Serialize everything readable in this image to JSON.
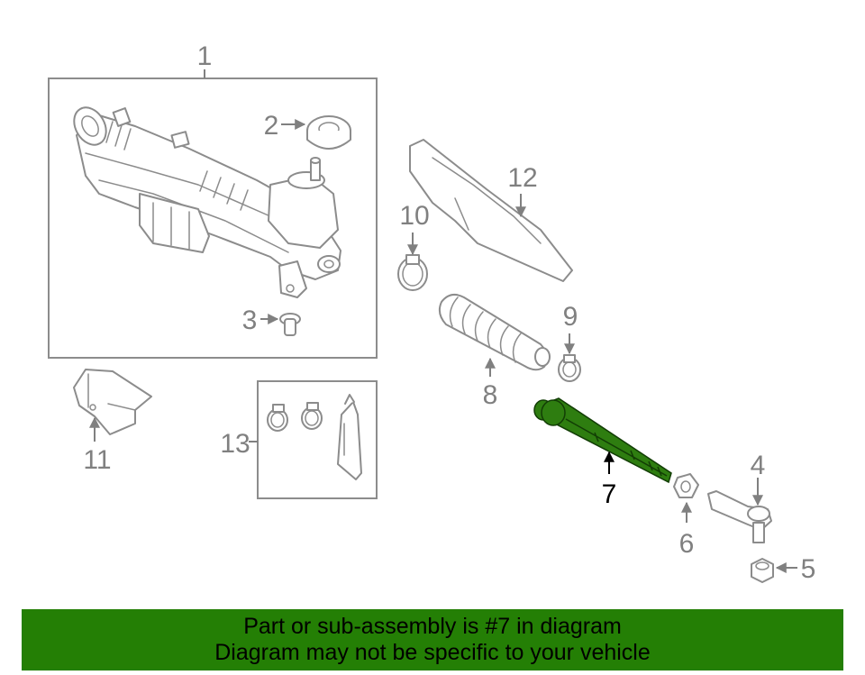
{
  "callouts": {
    "c1": "1",
    "c2": "2",
    "c3": "3",
    "c4": "4",
    "c5": "5",
    "c6": "6",
    "c7": "7",
    "c8": "8",
    "c9": "9",
    "c10": "10",
    "c11": "11",
    "c12": "12",
    "c13": "13"
  },
  "highlighted_part": "7",
  "colors": {
    "highlight": "#2e7d10",
    "banner": "#247f05",
    "line_art": "#8c8c8c"
  },
  "banner": {
    "line1": "Part or sub-assembly is #7 in diagram",
    "line2": "Diagram may not be specific to your vehicle"
  }
}
